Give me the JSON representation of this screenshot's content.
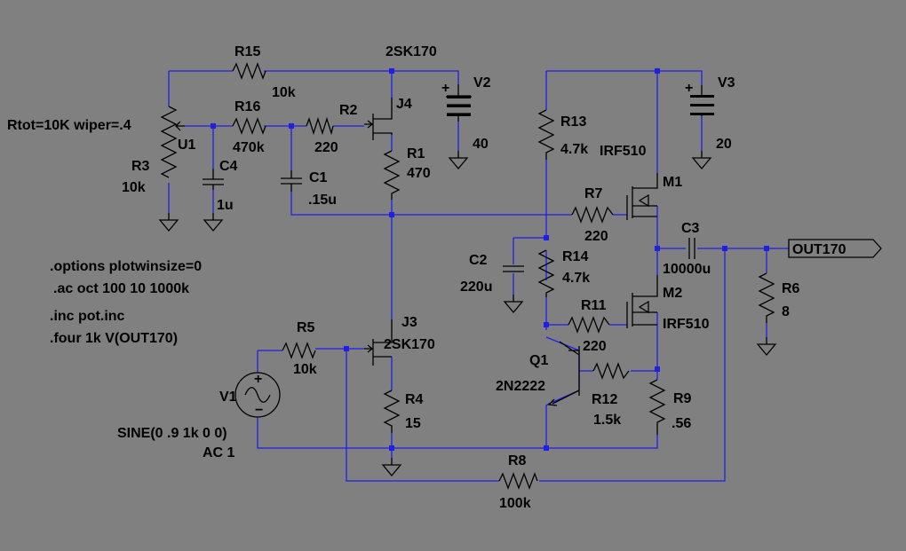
{
  "labels": {
    "r15": "R15",
    "r15v": "10k",
    "r16": "R16",
    "r16v": "470k",
    "r2": "R2",
    "r2v": "220",
    "r1": "R1",
    "r1v": "470",
    "r3": "R3",
    "r3v": "10k",
    "u1": "U1",
    "pot": "Rtot=10K wiper=.4",
    "c4": "C4",
    "c4v": "1u",
    "c1": "C1",
    "c1v": ".15u",
    "j4": "J4",
    "j4m": "2SK170",
    "v2": "V2",
    "v2v": "40",
    "r13": "R13",
    "r13v": "4.7k",
    "m1": "M1",
    "m1m": "IRF510",
    "r7": "R7",
    "r7v": "220",
    "v3": "V3",
    "v3v": "20",
    "c3": "C3",
    "c3v": "10000u",
    "out": "OUT170",
    "r6": "R6",
    "r6v": "8",
    "c2": "C2",
    "c2v": "220u",
    "r14": "R14",
    "r14v": "4.7k",
    "m2": "M2",
    "m2m": "IRF510",
    "r11": "R11",
    "r11v": "220",
    "q1": "Q1",
    "q1m": "2N2222",
    "r12": "R12",
    "r12v": "1.5k",
    "r9": "R9",
    "r9v": ".56",
    "j3": "J3",
    "j3m": "2SK170",
    "r4": "R4",
    "r4v": "15",
    "r5": "R5",
    "r5v": "10k",
    "v1": "V1",
    "sine": "SINE(0 .9 1k 0 0)",
    "ac": "AC 1",
    "r8": "R8",
    "r8v": "100k",
    "plus": "+",
    "minus": "−"
  },
  "directives": [
    ".options plotwinsize=0",
    ".ac oct 100 10 1000k",
    ".inc pot.inc",
    ".four 1k V(OUT170)"
  ]
}
